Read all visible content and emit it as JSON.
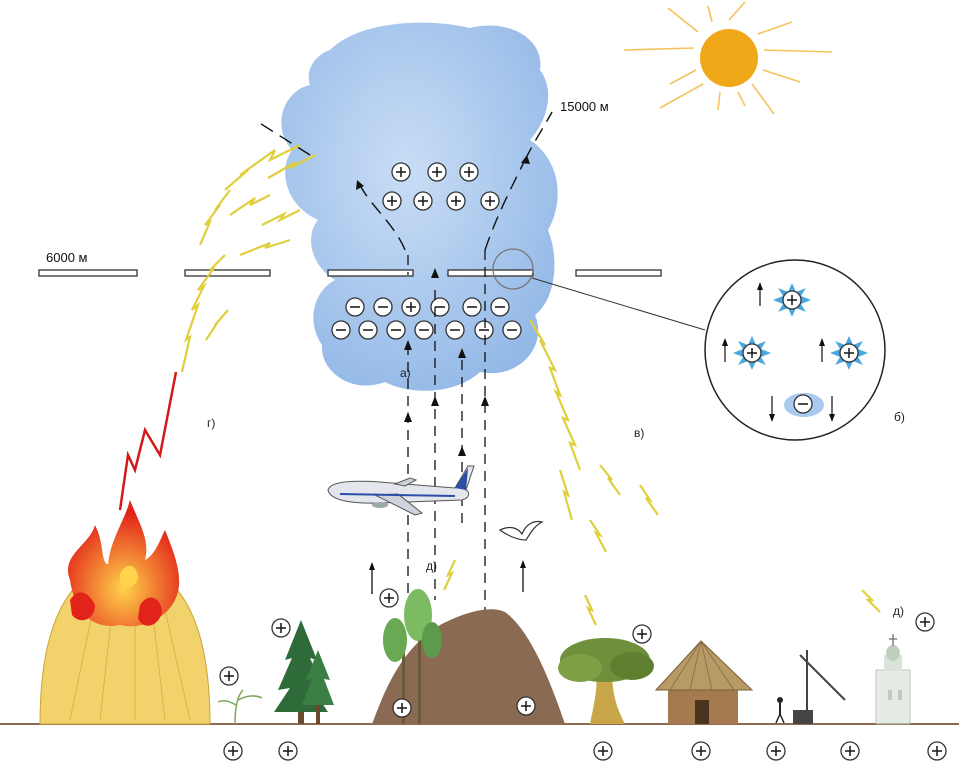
{
  "altitudes": {
    "low": "6000 м",
    "high": "15000 м"
  },
  "labels": {
    "a": "а)",
    "b": "б)",
    "v": "в)",
    "g": "г)",
    "d1": "д)",
    "d2": "д)"
  },
  "colors": {
    "cloud": "#a9c9ee",
    "sun": "#f0a818",
    "ground": "#8a6a52",
    "lightning_yellow": "#e8d94a",
    "lightning_red": "#d21a1a",
    "fire": "#e2231a",
    "haystack": "#f2d36b",
    "tree": "#2e6b38"
  },
  "icons": {
    "positive": "plus-charge-icon",
    "negative": "minus-charge-icon",
    "sun": "sun-icon",
    "airplane": "airplane-icon",
    "bird": "bird-icon",
    "tree": "tree-icon",
    "hut": "hut-icon",
    "church": "church-icon",
    "well": "well-icon",
    "person": "person-icon",
    "fire": "fire-icon",
    "hill": "hill-icon"
  }
}
